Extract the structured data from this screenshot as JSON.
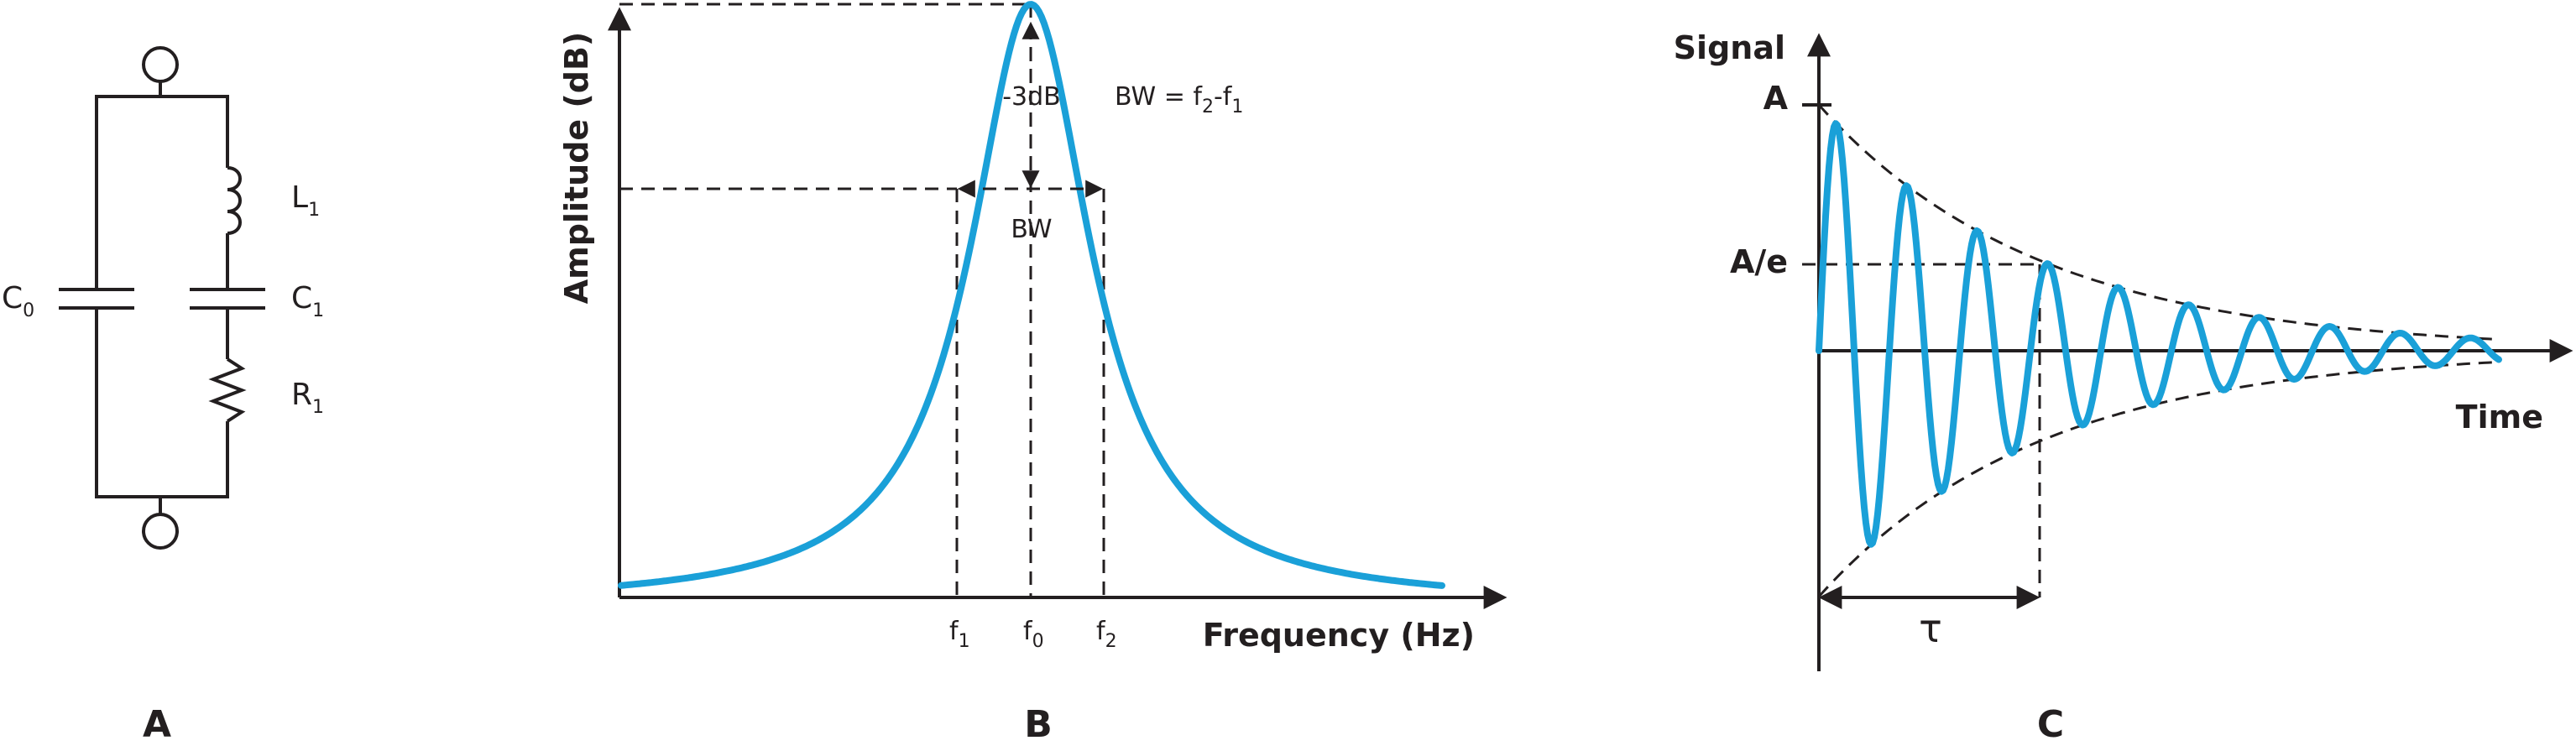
{
  "panel_a": {
    "label": "A",
    "c0": {
      "main": "C",
      "sub": "0"
    },
    "l1": {
      "main": "L",
      "sub": "1"
    },
    "c1": {
      "main": "C",
      "sub": "1"
    },
    "r1": {
      "main": "R",
      "sub": "1"
    }
  },
  "panel_b": {
    "label": "B",
    "ylabel": "Amplitude (dB)",
    "xlabel": "Frequency (Hz)",
    "db_drop": "-3dB",
    "bw_label": "BW",
    "bw_eq": {
      "a": "BW = f",
      "a_sub": "2",
      "b": "-f",
      "b_sub": "1"
    },
    "ticks": [
      {
        "main": "f",
        "sub": "1"
      },
      {
        "main": "f",
        "sub": "0"
      },
      {
        "main": "f",
        "sub": "2"
      }
    ]
  },
  "panel_c": {
    "label": "C",
    "ylabel": "Signal",
    "xlabel": "Time",
    "amp": "A",
    "amp_e": "A/e",
    "tau": "τ"
  },
  "colors": {
    "curve": "#1aa0d8",
    "line": "#231f20"
  }
}
